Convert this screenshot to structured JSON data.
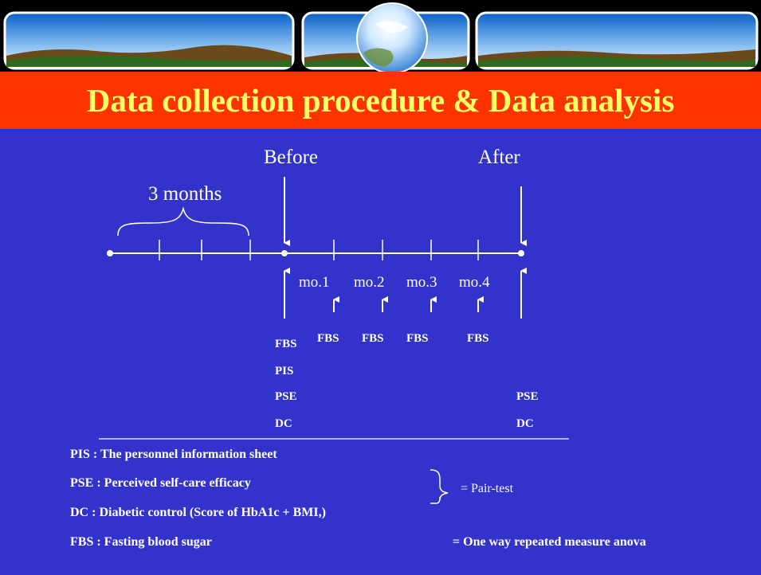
{
  "title": "Data collection procedure & Data analysis",
  "colors": {
    "background": "#3333cc",
    "title_bar": "#ff3300",
    "title_text": "#ffff66",
    "text": "#ffffff"
  },
  "timeline": {
    "before_label": "Before",
    "after_label": "After",
    "period_label": "3 months",
    "months": [
      "mo.1",
      "mo.2",
      "mo.3",
      "mo.4"
    ]
  },
  "measures": {
    "before": [
      "FBS",
      "PIS",
      "PSE",
      "DC"
    ],
    "monthly": [
      "FBS",
      "FBS",
      "FBS",
      "FBS"
    ],
    "after": [
      "PSE",
      "DC"
    ]
  },
  "legend": {
    "pis": "PIS  :  The personnel information sheet",
    "pse": "PSE :  Perceived self-care efficacy",
    "dc": "DC   :  Diabetic control (Score of HbA1c + BMI,)",
    "fbs": "FBS :  Fasting blood sugar",
    "pair_test": "= Pair-test",
    "anova": "= One way repeated measure anova"
  }
}
